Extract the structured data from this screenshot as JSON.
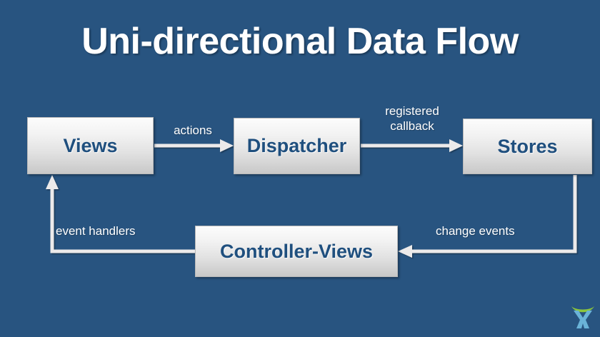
{
  "slide": {
    "title": "Uni-directional Data Flow",
    "background_color": "#285480",
    "title_color": "#ffffff"
  },
  "diagram": {
    "type": "flow-diagram",
    "node_fill_top": "#fcfcfc",
    "node_fill_bottom": "#c8c8c8",
    "node_text_color": "#1f4f7e",
    "connector_color": "#e8e8e8",
    "nodes": [
      {
        "id": "views",
        "label": "Views"
      },
      {
        "id": "dispatcher",
        "label": "Dispatcher"
      },
      {
        "id": "stores",
        "label": "Stores"
      },
      {
        "id": "controller-views",
        "label": "Controller-Views"
      }
    ],
    "edges": [
      {
        "from": "views",
        "to": "dispatcher",
        "label": "actions"
      },
      {
        "from": "dispatcher",
        "to": "stores",
        "label": "registered\ncallback"
      },
      {
        "from": "stores",
        "to": "controller-views",
        "label": "change events"
      },
      {
        "from": "controller-views",
        "to": "views",
        "label": "event handlers"
      }
    ]
  },
  "logo": {
    "name": "company-logo",
    "arc_color": "#8cc63e",
    "figure_color": "#6ab3d8"
  }
}
